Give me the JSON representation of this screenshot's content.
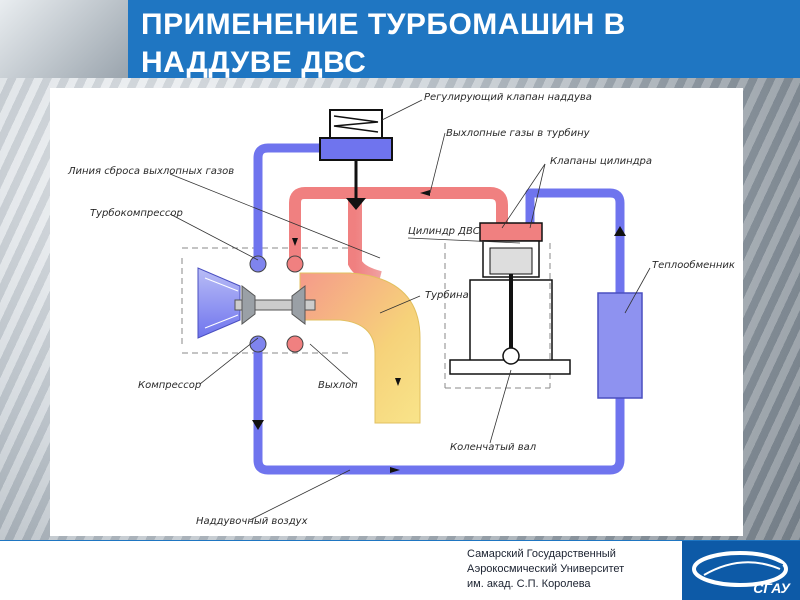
{
  "slide": {
    "title_line1": "ПРИМЕНЕНИЕ ТУРБОМАШИН В",
    "title_line2": "НАДДУВЕ ДВС"
  },
  "diagram": {
    "labels": {
      "wastegate_valve": "Регулирующий клапан наддува",
      "exhaust_to_turbine": "Выхлопные газы в турбину",
      "cylinder_valves": "Клапаны цилиндра",
      "bypass_line": "Линия сброса выхлопных газов",
      "turbocompressor": "Турбокомпрессор",
      "cylinder": "Цилиндр ДВС",
      "heat_exchanger": "Теплообменник",
      "turbine": "Турбина",
      "compressor": "Компрессор",
      "exhaust": "Выхлоп",
      "crankshaft": "Коленчатый вал",
      "charge_air": "Наддувочный воздух"
    },
    "colors": {
      "air": "#6f74ee",
      "exhaust_hot": "#f08080",
      "exhaust_warm": "#f5d070",
      "component": "#7f84ee"
    }
  },
  "footer": {
    "university_line1": "Самарский Государственный",
    "university_line2": "Аэрокосмический Университет",
    "university_line3": "им. акад. С.П. Королева",
    "logo_text": "СГАУ",
    "logo_color": "#0d5aa7",
    "accent_color": "#1f76c2"
  }
}
